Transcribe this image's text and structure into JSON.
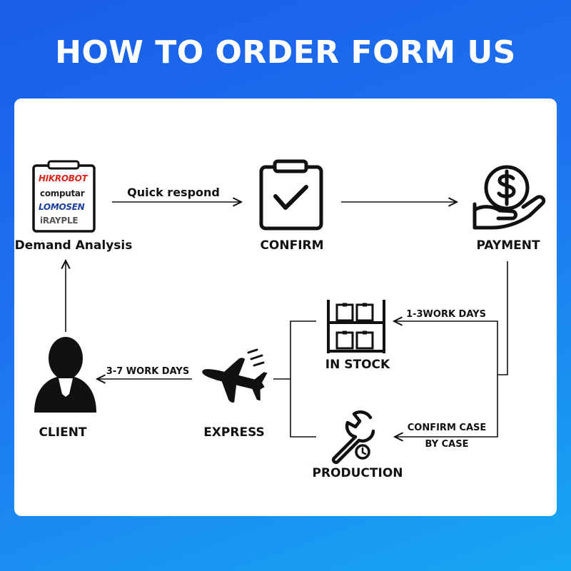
{
  "title": "HOW TO ORDER FORM US",
  "nodes": {
    "demand_analysis": "Demand Analysis",
    "confirm": "CONFIRM",
    "payment": "PAYMENT",
    "in_stock": "IN STOCK",
    "production": "PRODUCTION",
    "express": "EXPRESS",
    "client": "CLIENT"
  },
  "edges": {
    "quick_respond": "Quick respond",
    "work_days_1_3": "1-3WORK DAYS",
    "confirm_case_line1": "CONFIRM CASE",
    "confirm_case_line2": "BY CASE",
    "work_days_3_7": "3-7 WORK DAYS"
  },
  "brands": {
    "hikrobot": "HIKROBOT",
    "computar": "computar",
    "lomosen": "LOMOSEN",
    "irayple": "iRAYPLE"
  },
  "icons": {
    "demand_analysis": "clipboard-brands-icon",
    "confirm": "clipboard-check-icon",
    "payment": "hand-dollar-coin-icon",
    "in_stock": "warehouse-shelf-icon",
    "production": "wrench-clock-icon",
    "express": "airplane-icon",
    "client": "person-icon"
  },
  "colors": {
    "background_top": "#1a5ee8",
    "background_bottom": "#16a8f2",
    "card": "#ffffff",
    "ink": "#111111",
    "hikrobot_red": "#d9261c",
    "lomosen_blue": "#1d3f9e"
  }
}
